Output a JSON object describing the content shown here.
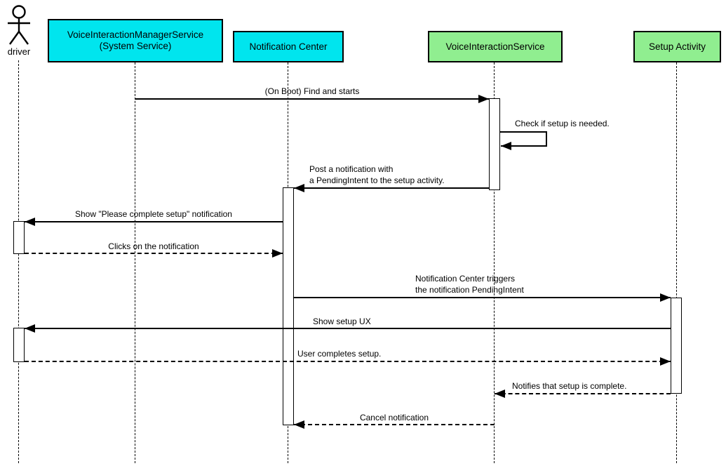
{
  "diagram_type": "uml-sequence-diagram",
  "colors": {
    "participant_cyan": "#00E5EE",
    "participant_green": "#90EE90",
    "line": "#000000",
    "background": "#FFFFFF"
  },
  "participants": [
    {
      "id": "driver",
      "label": "driver",
      "kind": "actor"
    },
    {
      "id": "voice-interaction-manager-service",
      "label": "VoiceInteractionManagerService\n(System Service)",
      "kind": "participant",
      "fill": "#00E5EE"
    },
    {
      "id": "notification-center",
      "label": "Notification Center",
      "kind": "participant",
      "fill": "#00E5EE"
    },
    {
      "id": "voice-interaction-service",
      "label": "VoiceInteractionService",
      "kind": "participant",
      "fill": "#90EE90"
    },
    {
      "id": "setup-activity",
      "label": "Setup Activity",
      "kind": "participant",
      "fill": "#90EE90"
    }
  ],
  "messages": [
    {
      "from": "voice-interaction-manager-service",
      "to": "voice-interaction-service",
      "label": "(On Boot) Find and starts",
      "line": "solid",
      "self": false
    },
    {
      "from": "voice-interaction-service",
      "to": "voice-interaction-service",
      "label": "Check if setup is needed.",
      "line": "solid",
      "self": true
    },
    {
      "from": "voice-interaction-service",
      "to": "notification-center",
      "label": "Post a notification with\na PendingIntent to the setup activity.",
      "line": "solid",
      "self": false
    },
    {
      "from": "notification-center",
      "to": "driver",
      "label": "Show \"Please complete setup\" notification",
      "line": "solid",
      "self": false
    },
    {
      "from": "driver",
      "to": "notification-center",
      "label": "Clicks on the notification",
      "line": "dashed",
      "self": false
    },
    {
      "from": "notification-center",
      "to": "setup-activity",
      "label": "Notification Center triggers\nthe notification PendingIntent",
      "line": "solid",
      "self": false
    },
    {
      "from": "setup-activity",
      "to": "driver",
      "label": "Show setup UX",
      "line": "solid",
      "self": false
    },
    {
      "from": "driver",
      "to": "setup-activity",
      "label": "User completes setup.",
      "line": "dashed",
      "self": false
    },
    {
      "from": "setup-activity",
      "to": "voice-interaction-service",
      "label": "Notifies that setup is complete.",
      "line": "dashed",
      "self": false
    },
    {
      "from": "voice-interaction-service",
      "to": "notification-center",
      "label": "Cancel notification",
      "line": "dashed",
      "self": false
    }
  ]
}
